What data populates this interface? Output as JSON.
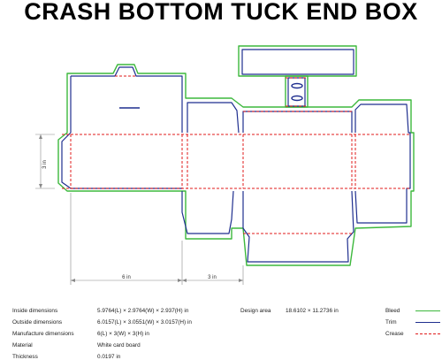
{
  "title": "CRASH BOTTOM TUCK END BOX",
  "dimension_labels": {
    "height": "3 in",
    "length": "6 in",
    "width": "3 in"
  },
  "specs": [
    {
      "label": "Inside dimensions",
      "value": "5.9764(L) × 2.9764(W) × 2.937(H) in"
    },
    {
      "label": "Outside dimensions",
      "value": "6.0157(L) × 3.0551(W) × 3.0157(H) in"
    },
    {
      "label": "Manufacture dimensions",
      "value": "6(L) × 3(W) × 3(H) in"
    },
    {
      "label": "Material",
      "value": "White card board"
    },
    {
      "label": "Thickness",
      "value": "0.0197 in"
    }
  ],
  "design_area": {
    "label": "Design area",
    "value": "18.6102 × 11.2736 in"
  },
  "legend": [
    {
      "label": "Bleed",
      "color": "#3db83d",
      "style": "solid"
    },
    {
      "label": "Trim",
      "color": "#1f2f8f",
      "style": "solid"
    },
    {
      "label": "Crease",
      "color": "#e01b1b",
      "style": "dashed"
    }
  ],
  "colors": {
    "bleed": "#3db83d",
    "trim": "#1f2f8f",
    "crease": "#e01b1b",
    "dimension": "#888888"
  },
  "side_id": "1501784636"
}
